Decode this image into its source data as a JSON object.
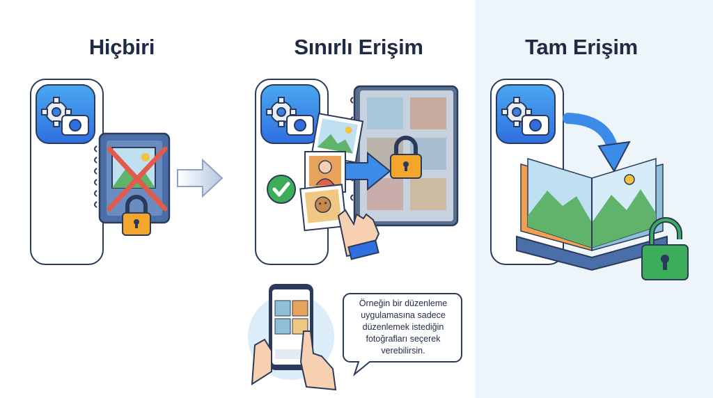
{
  "sections": [
    {
      "title": "Hiçbiri"
    },
    {
      "title": "Sınırlı Erişim"
    },
    {
      "title": "Tam Erişim"
    }
  ],
  "callout": {
    "lines": [
      "Örneğin bir düzenleme",
      "uygulamasına sadece",
      "düzenlemek istediğin",
      "fotoğrafları seçerek",
      "verebilirsin."
    ]
  },
  "colors": {
    "dark": "#2b3a5a",
    "app_icon_top": "#4aa8f0",
    "app_icon_bottom": "#2f6fe0",
    "lock_orange": "#f4a62a",
    "lock_green": "#3cae5a",
    "cross_red": "#e25a4a",
    "right_bg": "#edf4fa"
  },
  "icons": [
    "settings-camera-app-icon",
    "album-icon",
    "padlock-icon",
    "check-icon",
    "arrow-icon",
    "hand-icon",
    "phone-icon"
  ]
}
